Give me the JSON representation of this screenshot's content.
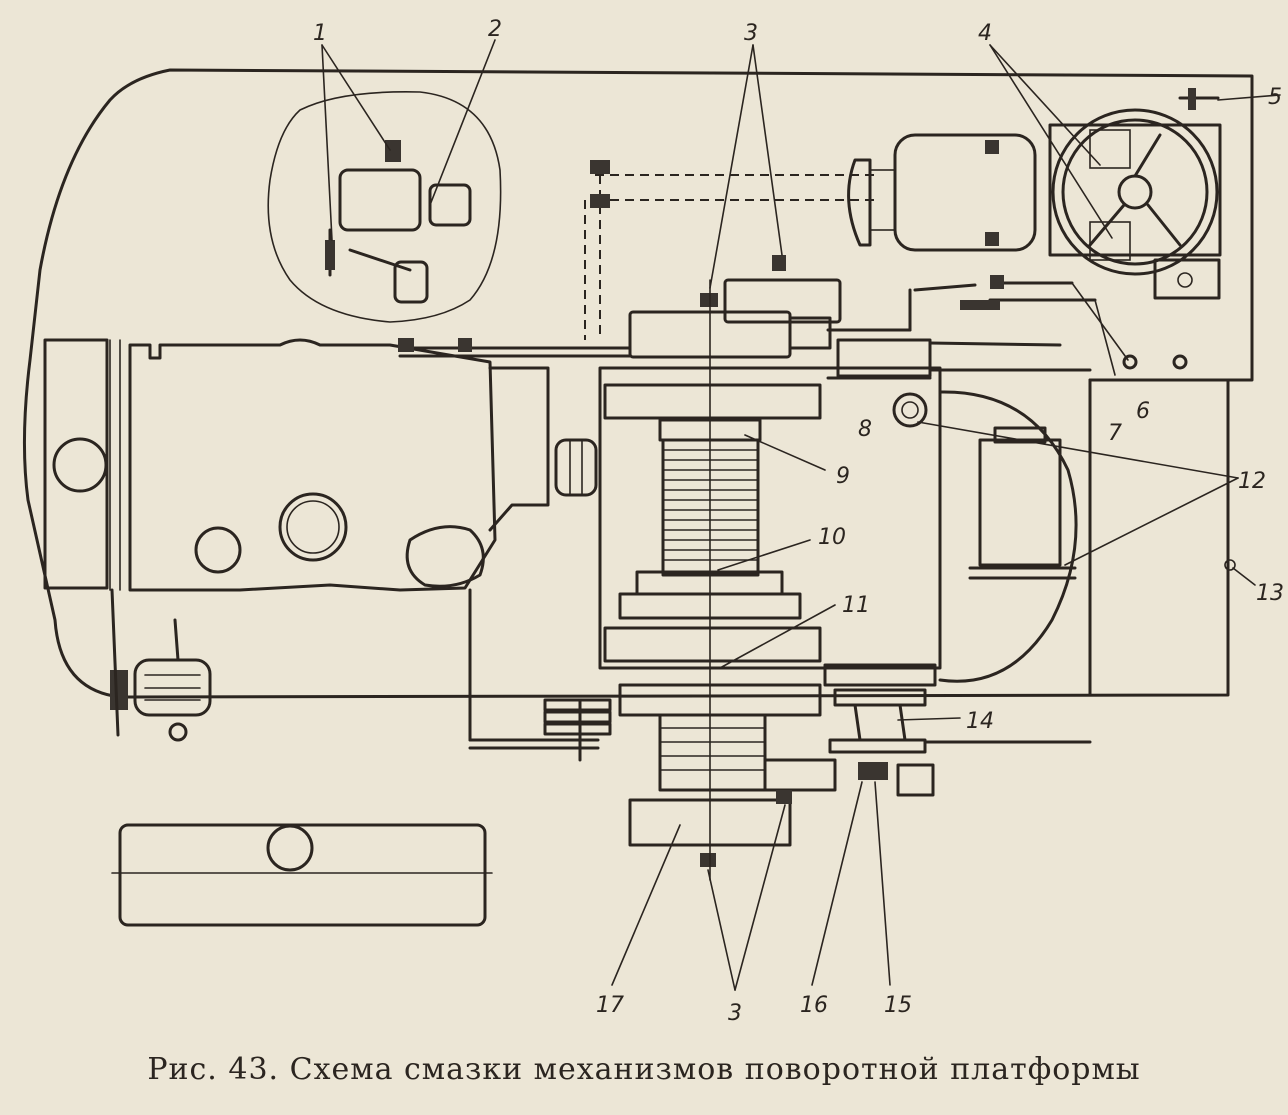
{
  "figure": {
    "caption": "Рис. 43. Схема смазки механизмов поворотной платформы"
  },
  "callouts": {
    "c1": "1",
    "c2": "2",
    "c3_top": "3",
    "c3_bottom": "3",
    "c4": "4",
    "c5": "5",
    "c6": "6",
    "c7": "7",
    "c8": "8",
    "c9": "9",
    "c10": "10",
    "c11": "11",
    "c12": "12",
    "c13": "13",
    "c14": "14",
    "c15": "15",
    "c16": "16",
    "c17": "17"
  },
  "colors": {
    "ink": "#2b2520",
    "paper": "#ece6d6"
  }
}
